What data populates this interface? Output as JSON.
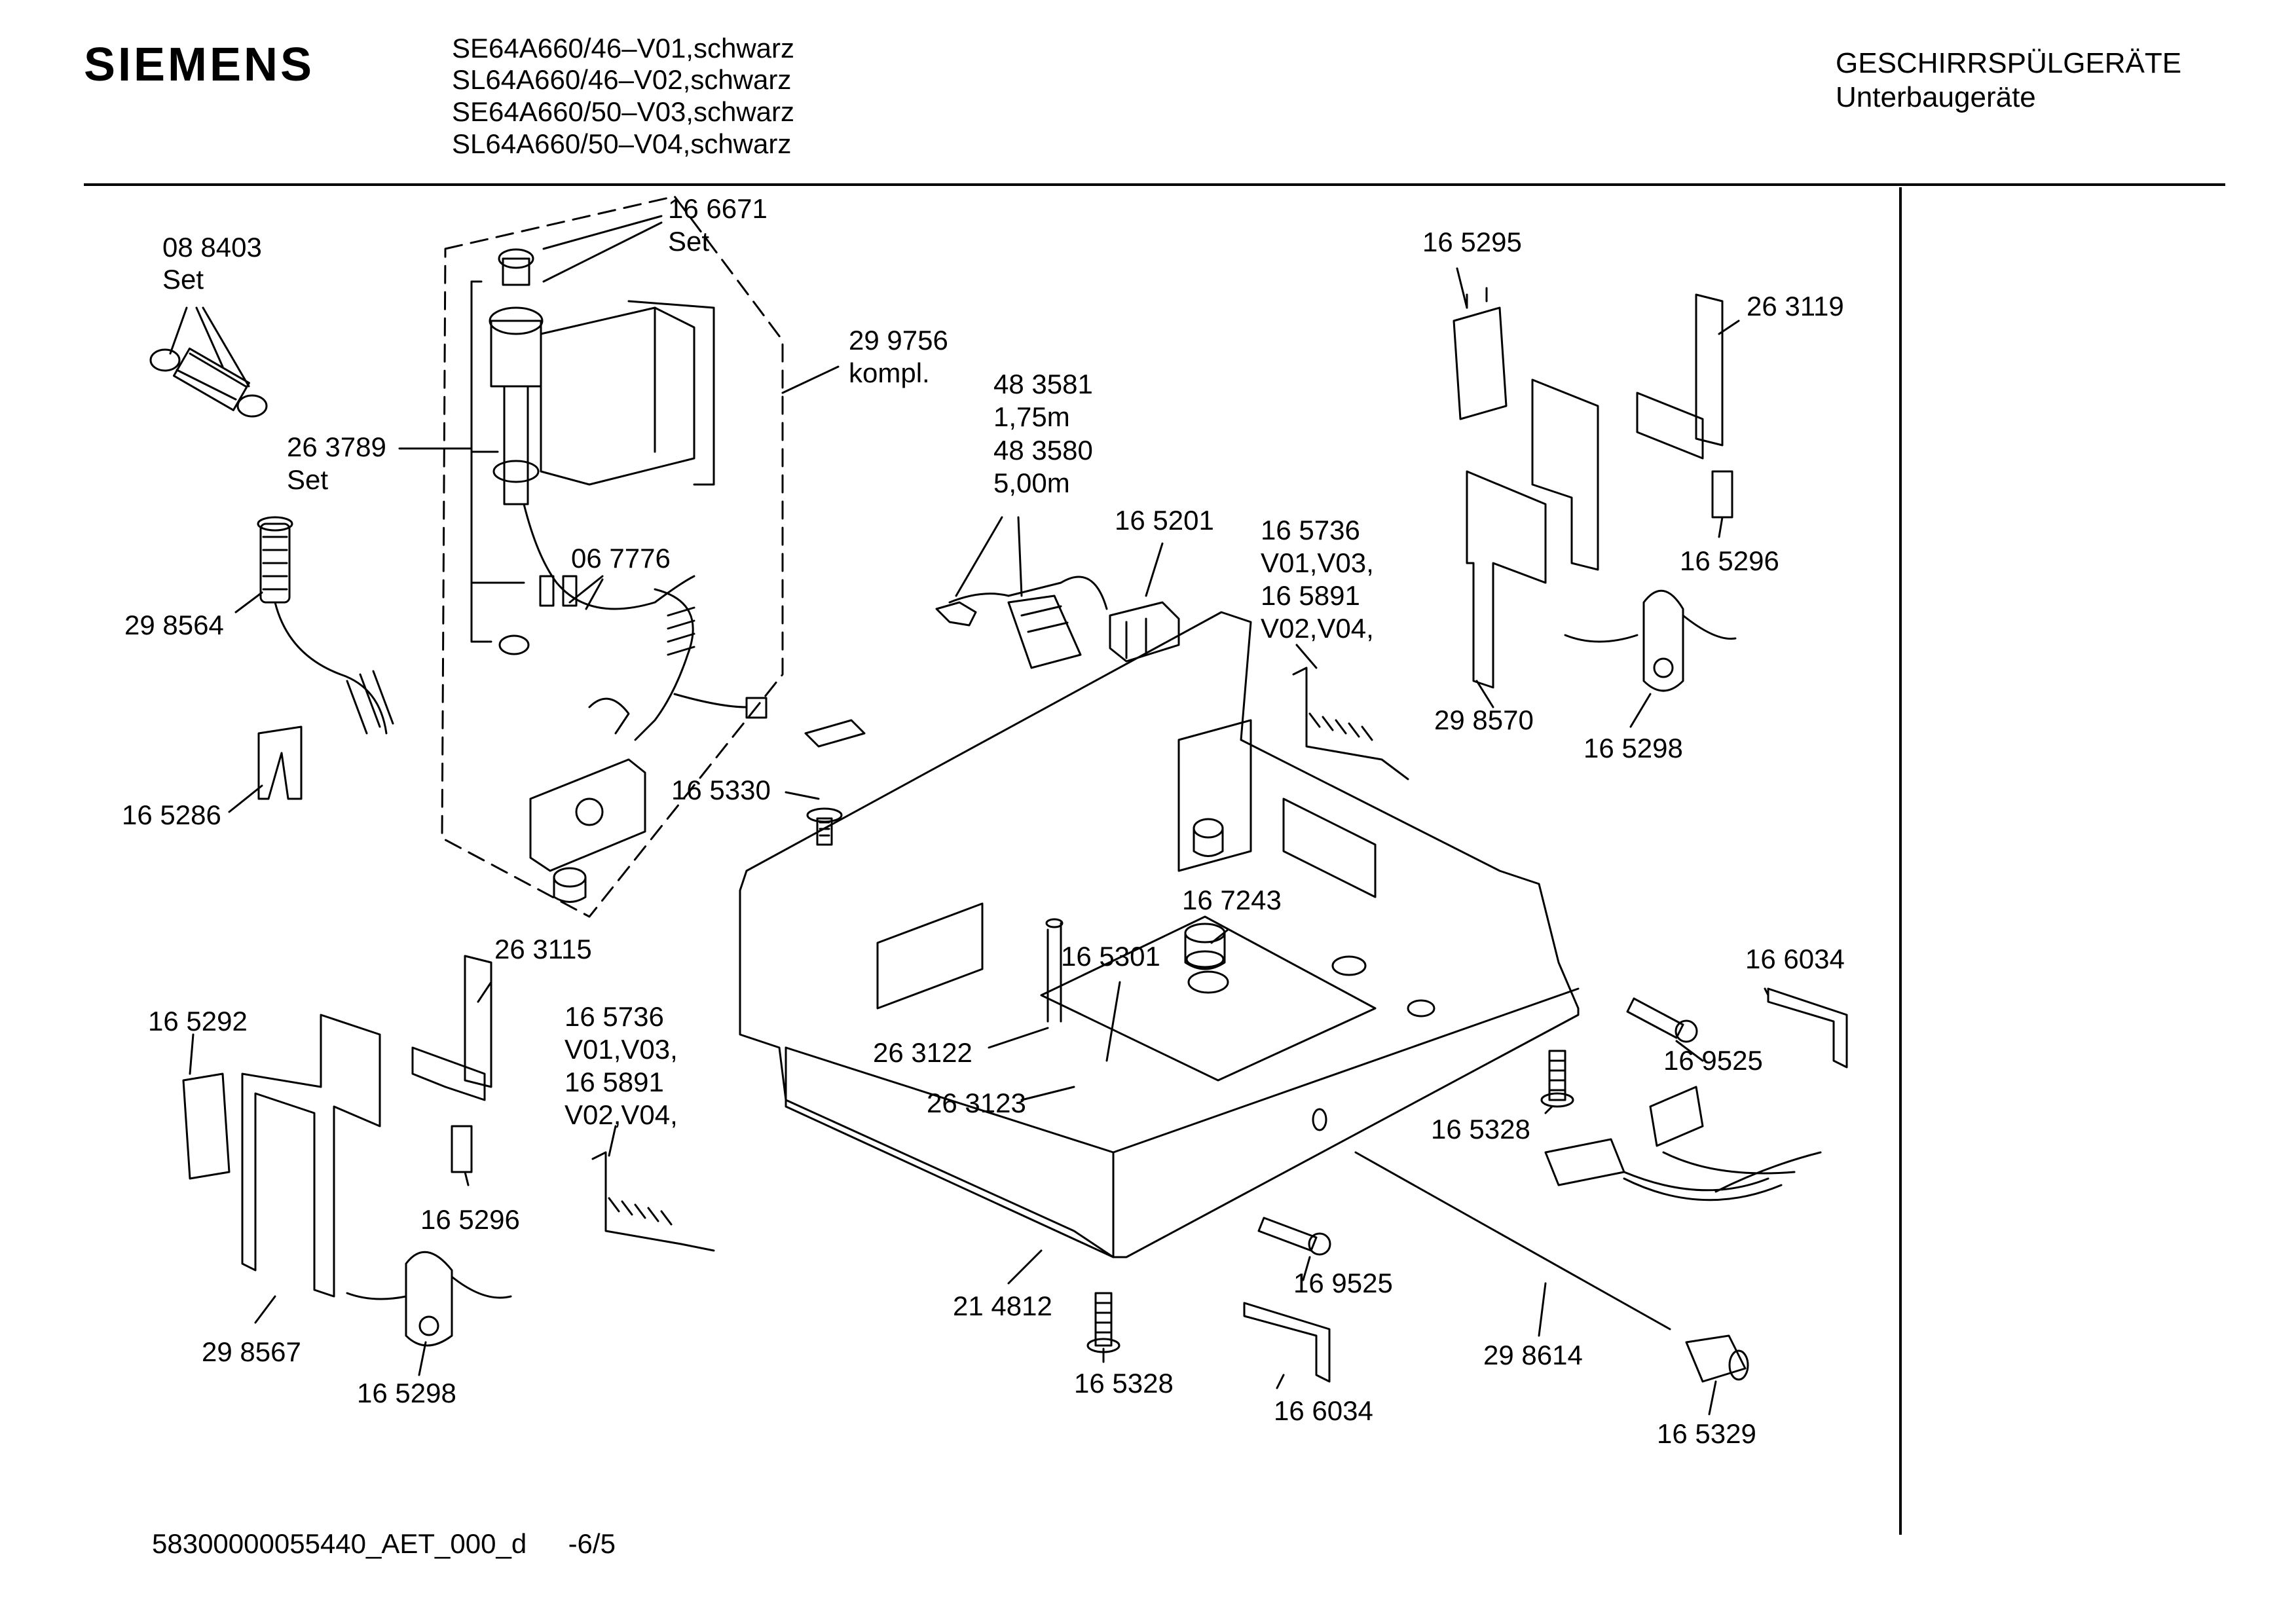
{
  "header": {
    "brand": "SIEMENS",
    "models": [
      "SE64A660/46–V01,schwarz",
      "SL64A660/46–V02,schwarz",
      "SE64A660/50–V03,schwarz",
      "SL64A660/50–V04,schwarz"
    ],
    "category": "GESCHIRRSPÜLGERÄTE",
    "subcategory": "Unterbaugeräte"
  },
  "labels": {
    "p_088403": "08 8403",
    "p_088403_sub": "Set",
    "p_166671": "16 6671",
    "p_166671_sub": "Set",
    "p_299756": "29 9756",
    "p_299756_sub": "kompl.",
    "p_263789": "26 3789",
    "p_263789_sub": "Set",
    "p_298564": "29 8564",
    "p_067776": "06 7776",
    "p_165286": "16 5286",
    "p_483581": "48 3581",
    "p_len1": "1,75m",
    "p_483580": "48 3580",
    "p_len2": "5,00m",
    "p_165201": "16 5201",
    "p_165736a": "16 5736",
    "p_v0103a": "V01,V03,",
    "p_165891a": "16 5891",
    "p_v0204a": "V02,V04,",
    "p_165295": "16 5295",
    "p_263119": "26 3119",
    "p_165296a": "16 5296",
    "p_298570": "29 8570",
    "p_165298a": "16 5298",
    "p_165330": "16 5330",
    "p_167243": "16 7243",
    "p_165301": "16 5301",
    "p_263115": "26 3115",
    "p_165292": "16 5292",
    "p_165736b": "16 5736",
    "p_v0103b": "V01,V03,",
    "p_165891b": "16 5891",
    "p_v0204b": "V02,V04,",
    "p_263122": "26 3122",
    "p_263123": "26 3123",
    "p_165296b": "16 5296",
    "p_298567": "29 8567",
    "p_165298b": "16 5298",
    "p_214812": "21 4812",
    "p_165328a": "16 5328",
    "p_165328b": "16 5328",
    "p_169525a": "16 9525",
    "p_169525b": "16 9525",
    "p_166034a": "16 6034",
    "p_166034b": "16 6034",
    "p_298614": "29 8614",
    "p_165329": "16 5329"
  },
  "footer": {
    "doc_id": "58300000055440_AET_000_d",
    "page": "-6/5"
  }
}
